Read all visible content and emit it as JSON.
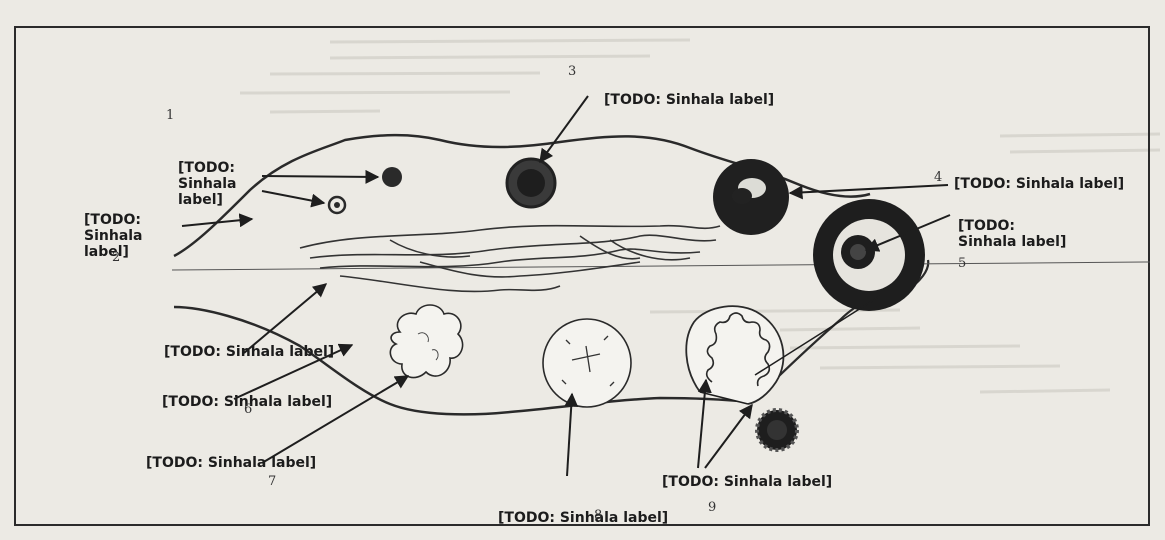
{
  "labels": {
    "primordial_follicle": "[TODO: Sinhala label]",
    "primary_follicle": "[TODO: Sinhala label]",
    "germinal_epithelium": "[TODO: Sinhala label]",
    "graafian_follicle": "[TODO: Sinhala label]",
    "secondary_oocyte": "[TODO: Sinhala label]",
    "medulla": "[TODO: Sinhala label]",
    "stroma": "[TODO: Sinhala label]",
    "corpus_albicans": "[TODO: Sinhala label]",
    "corpus_luteum": "[TODO: Sinhala label]",
    "ruptured_follicle": "[TODO: Sinhala label]"
  },
  "numbers": [
    "1",
    "2",
    "3",
    "4",
    "5",
    "6",
    "7",
    "8",
    "9"
  ]
}
